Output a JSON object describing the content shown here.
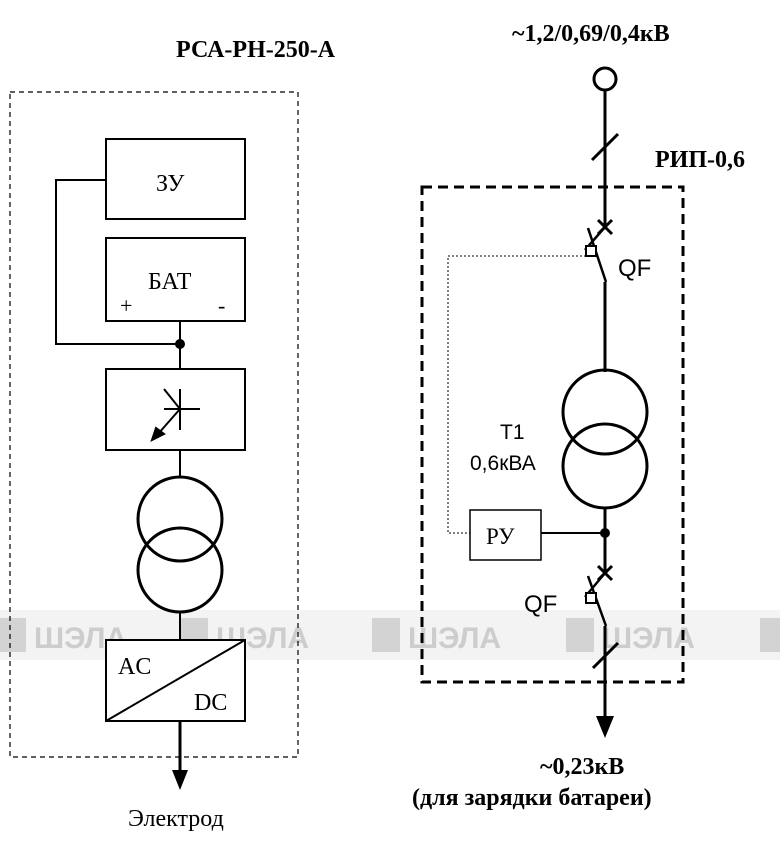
{
  "left": {
    "title": "РСА-РН-250-А",
    "block_charger": "ЗУ",
    "block_battery": "БАТ",
    "battery_plus": "+",
    "battery_minus": "-",
    "block_ac": "AC",
    "block_dc": "DC",
    "output_label": "Электрод"
  },
  "right": {
    "input_voltage": "~1,2/0,69/0,4кВ",
    "title": "РИП-0,6",
    "breaker_top": "QF",
    "transformer_name": "T1",
    "transformer_rating": "0,6кВА",
    "relay_block": "РУ",
    "breaker_bottom": "QF",
    "output_voltage": "~0,23кВ",
    "output_note": "(для зарядки батареи)"
  },
  "watermark": {
    "text": "ШЭЛА",
    "color": "#c8c8c8"
  }
}
